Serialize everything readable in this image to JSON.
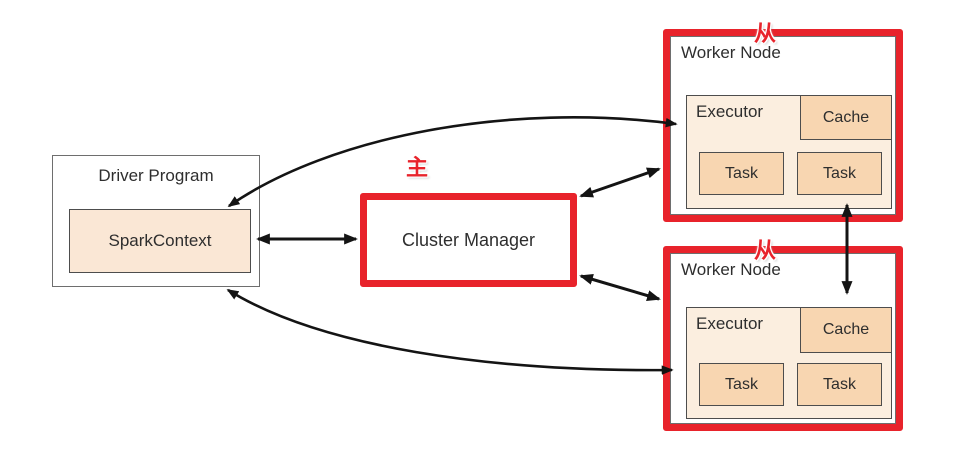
{
  "diagram": {
    "driver": {
      "title": "Driver Program",
      "spark_context_label": "SparkContext"
    },
    "cluster_manager": {
      "label": "Cluster Manager",
      "role_tag": "主"
    },
    "workers": [
      {
        "title": "Worker Node",
        "role_tag": "从",
        "executor_label": "Executor",
        "cache_label": "Cache",
        "tasks": [
          "Task",
          "Task"
        ]
      },
      {
        "title": "Worker Node",
        "role_tag": "从",
        "executor_label": "Executor",
        "cache_label": "Cache",
        "tasks": [
          "Task",
          "Task"
        ]
      }
    ],
    "colors": {
      "accent_red": "#E8232B",
      "fill_executor": "#FBEEDF",
      "fill_cell": "#F8D6B1",
      "fill_spark": "#FAE7D5",
      "border_gray": "#6E6E6E",
      "border_dark": "#4D4D4D",
      "arrow_color": "#141414",
      "text_color": "#2E2E2E"
    }
  }
}
